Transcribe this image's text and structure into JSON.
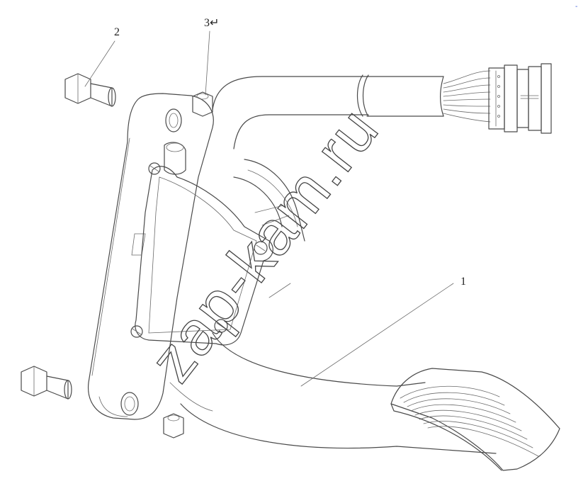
{
  "callouts": [
    {
      "id": "callout-1",
      "text": "1"
    },
    {
      "id": "callout-2",
      "text": "2"
    },
    {
      "id": "callout-3",
      "text": "3↵"
    }
  ],
  "watermark": {
    "text": "zap-kam.ru"
  },
  "corner_mark": {
    "text": "-"
  }
}
